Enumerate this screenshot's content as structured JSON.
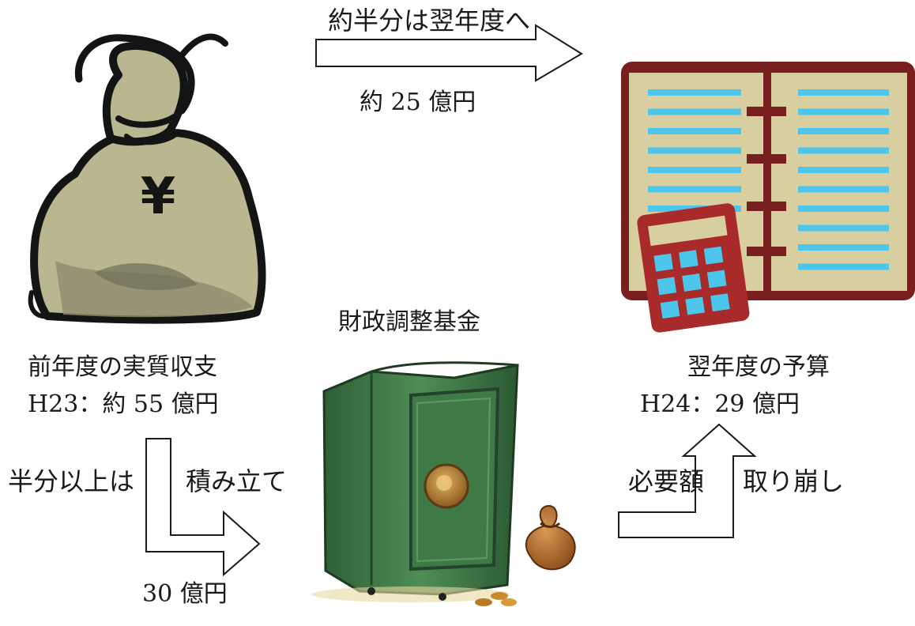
{
  "top_arrow_label": "約半分は翌年度へ",
  "top_amount": "約 25 億円",
  "fund_title": "財政調整基金",
  "prev_settlement": {
    "title": "前年度の実質収支",
    "amount": "H23：約 55 億円"
  },
  "next_budget": {
    "title": "翌年度の予算",
    "amount": "H24：29 億円"
  },
  "deposit": {
    "label_left": "半分以上は",
    "label_right": "積み立て",
    "amount": "30 億円"
  },
  "withdraw": {
    "label_left": "必要額",
    "label_right": "取り崩し"
  },
  "bag_symbol": "¥",
  "colors": {
    "bag": "#b8b78f",
    "bag_shade": "#8f8c6e",
    "outline": "#141414",
    "book_cover": "#7a1f1f",
    "book_page": "#d8cfa1",
    "book_line": "#4cc6ea",
    "calculator": "#a82a2a",
    "safe": "#3f7a46",
    "coin_bag": "#b86b2a"
  },
  "icons": [
    "money-bag-icon",
    "budget-book-icon",
    "calculator-icon",
    "safe-icon",
    "coin-bag-icon"
  ]
}
